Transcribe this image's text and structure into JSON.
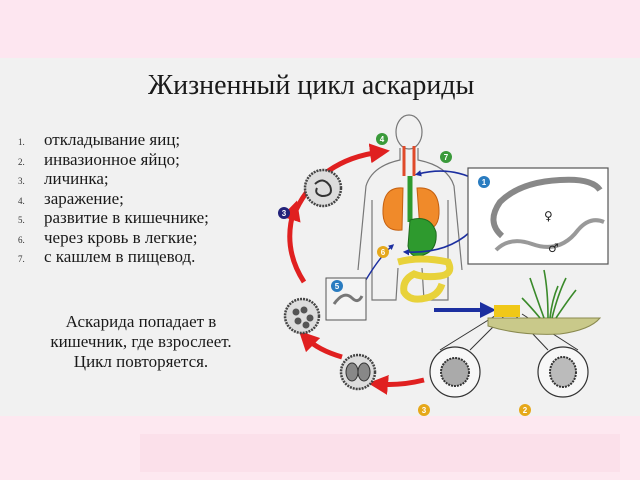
{
  "title": "Жизненный цикл аскариды",
  "steps": [
    {
      "num": "1.",
      "text": "откладывание яиц;"
    },
    {
      "num": "2.",
      "text": "инвазионное яйцо;"
    },
    {
      "num": "3.",
      "text": "личинка;"
    },
    {
      "num": "4.",
      "text": "заражение;"
    },
    {
      "num": "5.",
      "text": "развитие в кишечнике;"
    },
    {
      "num": "6.",
      "text": "через кровь в легкие;"
    },
    {
      "num": "7.",
      "text": "с кашлем в пищевод."
    }
  ],
  "note": {
    "line1": "Аскарида попадает в",
    "line2": "кишечник, где взрослеет.",
    "line3": "Цикл повторяется."
  },
  "diagram": {
    "badges": [
      "1",
      "2",
      "3",
      "3",
      "4",
      "5",
      "6",
      "7"
    ],
    "female_symbol": "♀",
    "male_symbol": "♂"
  },
  "colors": {
    "cycle_arrow": "#e02020",
    "blood_arrow": "#1c2fa0",
    "badge_green": "#3a9a3a",
    "badge_yellow": "#e6a81a",
    "badge_navy": "#23237a",
    "badge_blue": "#2a7cc0",
    "lungs": "#f08a2a",
    "stomach": "#2e9a2e",
    "intestine": "#e8d23a"
  }
}
